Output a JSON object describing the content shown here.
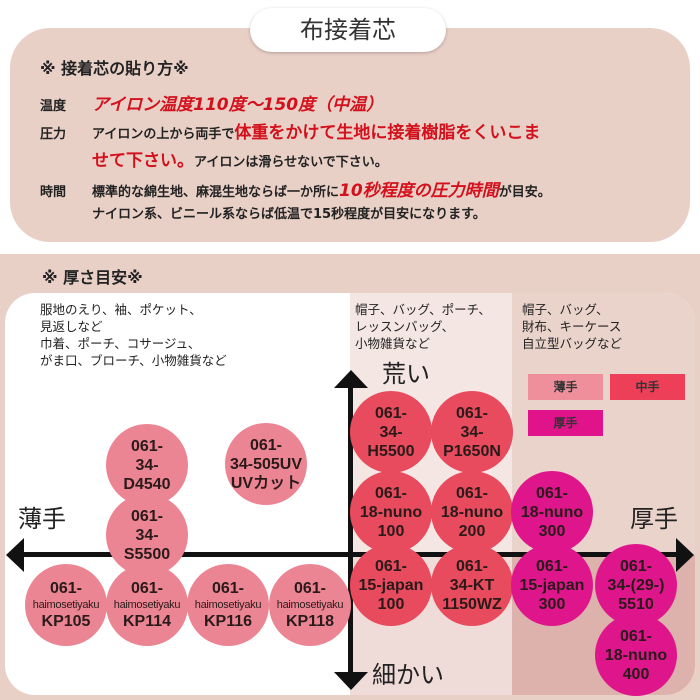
{
  "title": "布接着芯",
  "howto": {
    "heading": "※ 接着芯の貼り方※",
    "temp": {
      "label": "温度",
      "text": "アイロン温度110度～150度（中温）"
    },
    "pressure": {
      "label": "圧力",
      "text1": "アイロンの上から両手で",
      "emph1": "体重をかけて生地に接着樹脂をくいこま",
      "emph2": "せて下さい。",
      "text2": "アイロンは滑らせないで下さい。"
    },
    "time": {
      "label": "時間",
      "text1": "標準的な綿生地、麻混生地ならば一か所に",
      "emph": "10秒程度の圧力時間",
      "text2": "が目安。",
      "line2": "ナイロン系、ビニール系ならば低温で15秒程度が目安になります。"
    }
  },
  "thickness": {
    "heading": "※ 厚さ目安※",
    "columns": [
      "服地のえり、袖、ポケット、\n見返しなど\n巾着、ポーチ、コサージュ、\nがま口、ブローチ、小物雑貨など",
      "帽子、バッグ、ポーチ、\nレッスンバッグ、\n小物雑貨など",
      "帽子、バッグ、\n財布、キーケース\n自立型バッグなど"
    ],
    "axis": {
      "top": "荒い",
      "bottom": "細かい",
      "left": "薄手",
      "right": "厚手"
    },
    "legend": [
      {
        "label": "薄手",
        "color": "#ef8f9c"
      },
      {
        "label": "中手",
        "color": "#ee3f59"
      },
      {
        "label": "厚手",
        "color": "#e0138b"
      }
    ],
    "colors": {
      "thin": "#ec8593",
      "medium": "#e84b5d",
      "thick": "#df158c"
    },
    "products": [
      {
        "lines": [
          "061-",
          "34-",
          "D4540"
        ],
        "type": "thin"
      },
      {
        "lines": [
          "061-",
          "34-",
          "S5500"
        ],
        "type": "thin"
      },
      {
        "lines": [
          "061-",
          "34-505UV",
          "UVカット"
        ],
        "type": "thin"
      },
      {
        "lines": [
          "061-",
          "haimosetiyaku",
          "KP105"
        ],
        "type": "thin"
      },
      {
        "lines": [
          "061-",
          "haimosetiyaku",
          "KP114"
        ],
        "type": "thin"
      },
      {
        "lines": [
          "061-",
          "haimosetiyaku",
          "KP116"
        ],
        "type": "thin"
      },
      {
        "lines": [
          "061-",
          "haimosetiyaku",
          "KP118"
        ],
        "type": "thin"
      },
      {
        "lines": [
          "061-",
          "34-",
          "H5500"
        ],
        "type": "medium"
      },
      {
        "lines": [
          "061-",
          "34-",
          "P1650N"
        ],
        "type": "medium"
      },
      {
        "lines": [
          "061-",
          "18-nuno",
          "100"
        ],
        "type": "medium"
      },
      {
        "lines": [
          "061-",
          "18-nuno",
          "200"
        ],
        "type": "medium"
      },
      {
        "lines": [
          "061-",
          "18-nuno",
          "300"
        ],
        "type": "thick"
      },
      {
        "lines": [
          "061-",
          "15-japan",
          "100"
        ],
        "type": "medium"
      },
      {
        "lines": [
          "061-",
          "34-KT",
          "1150WZ"
        ],
        "type": "medium"
      },
      {
        "lines": [
          "061-",
          "15-japan",
          "300"
        ],
        "type": "thick"
      },
      {
        "lines": [
          "061-",
          "34-(29-)",
          "5510"
        ],
        "type": "thick"
      },
      {
        "lines": [
          "061-",
          "18-nuno",
          "400"
        ],
        "type": "thick"
      }
    ]
  }
}
